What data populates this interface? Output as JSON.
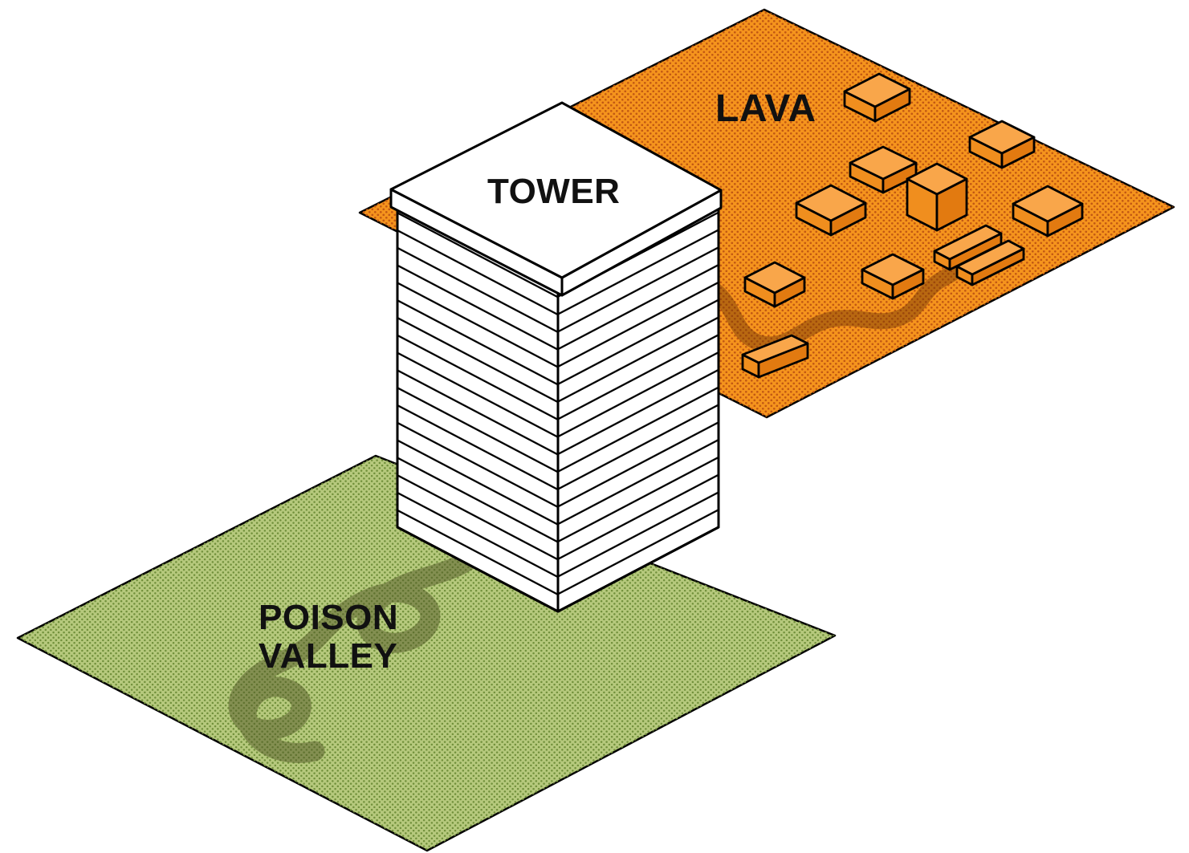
{
  "diagram": {
    "labels": {
      "lava": "LAVA",
      "tower": "TOWER",
      "poison_valley_line1": "POISON",
      "poison_valley_line2": "VALLEY"
    },
    "colors": {
      "lava_plane": "#F5941D",
      "lava_dots": "#C25812",
      "lava_block_top": "#F9A64A",
      "lava_block_left": "#F08E1E",
      "lava_block_right": "#E27A10",
      "valley_plane": "#B6C97D",
      "valley_dots": "#71903B",
      "tower_fill": "#FFFFFF",
      "outline": "#000000",
      "valley_trail": "#4F5526",
      "lava_trail": "#6E3405",
      "label_text": "#111111"
    },
    "regions": [
      {
        "id": "lava",
        "label": "LAVA",
        "type": "isometric-plane",
        "pattern": "halftone-dots"
      },
      {
        "id": "poison-valley",
        "label": "POISON VALLEY",
        "type": "isometric-plane",
        "pattern": "halftone-dots"
      },
      {
        "id": "tower",
        "label": "TOWER",
        "type": "layered-structure",
        "visible_layers": 18
      }
    ],
    "lava_blocks_count": 11
  }
}
